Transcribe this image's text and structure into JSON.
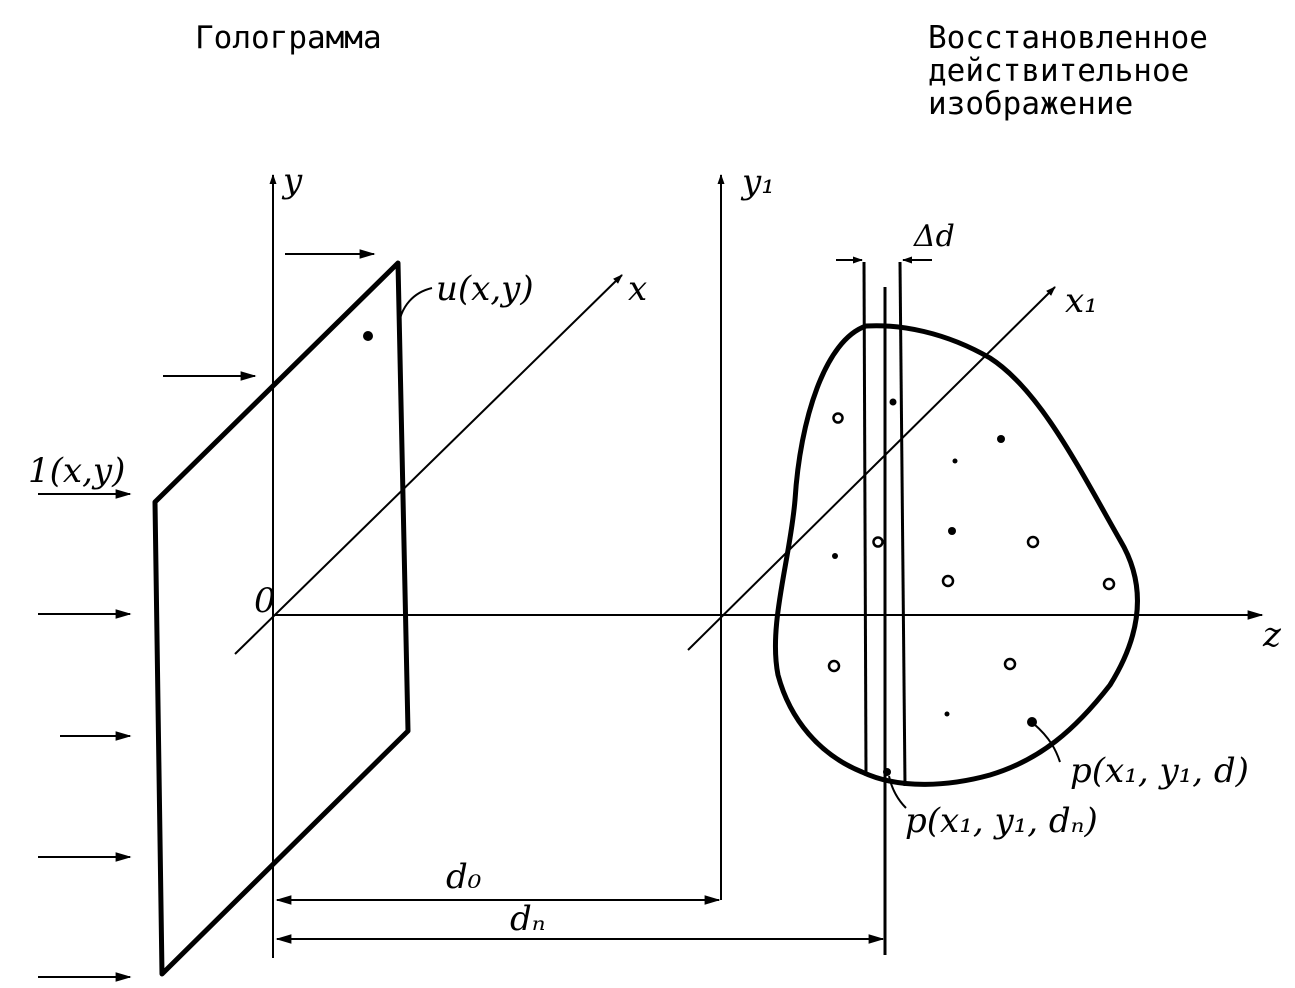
{
  "captions": {
    "hologram": "Голограмма",
    "reconstructed_line1": "Восстановленное",
    "reconstructed_line2": "действительное",
    "reconstructed_line3": "изображение"
  },
  "labels": {
    "y": "y",
    "y1": "y₁",
    "x": "x",
    "x1": "x₁",
    "z": "z",
    "origin": "0",
    "delta_d": "Δd",
    "u_xy": "u(x,y)",
    "one_xy": "1(x,y)",
    "point_p": "p(x₁, y₁, d)",
    "point_pn": "p(x₁, y₁, dₙ)",
    "d0": "d₀",
    "dn": "dₙ"
  }
}
